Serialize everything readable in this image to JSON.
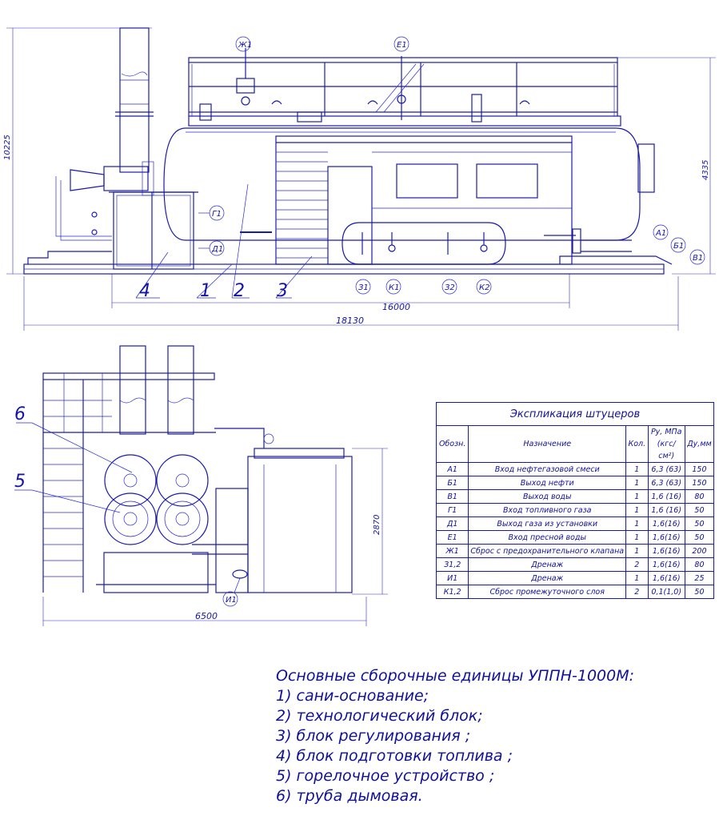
{
  "side_view": {
    "dim_height_total": "10225",
    "dim_height_right": "4335",
    "dim_length_base": "16000",
    "dim_length_total": "18130",
    "units": [
      "4",
      "1",
      "2",
      "3"
    ],
    "nozzles_bottom": [
      "З1",
      "К1",
      "З2",
      "К2"
    ],
    "nozzles_left": [
      "Г1",
      "Д1"
    ],
    "nozzles_top": [
      "Ж1",
      "Е1"
    ],
    "nozzles_right": [
      "А1",
      "Б1",
      "В1"
    ]
  },
  "end_view": {
    "dim_width": "6500",
    "dim_height": "2870",
    "units": [
      "6",
      "5"
    ],
    "nozzle": "И1"
  },
  "nozzle_table": {
    "title": "Экспликация штуцеров",
    "headers": {
      "designation": "Обозн.",
      "purpose": "Назначение",
      "qty": "Кол.",
      "pressure": "Ру, МПа (кгс/см²)",
      "diameter": "Ду,мм"
    },
    "rows": [
      {
        "designation": "А1",
        "purpose": "Вход нефтегазовой смеси",
        "qty": "1",
        "pressure": "6,3 (63)",
        "diameter": "150"
      },
      {
        "designation": "Б1",
        "purpose": "Выход нефти",
        "qty": "1",
        "pressure": "6,3 (63)",
        "diameter": "150"
      },
      {
        "designation": "В1",
        "purpose": "Выход воды",
        "qty": "1",
        "pressure": "1,6 (16)",
        "diameter": "80"
      },
      {
        "designation": "Г1",
        "purpose": "Вход топливного газа",
        "qty": "1",
        "pressure": "1,6 (16)",
        "diameter": "50"
      },
      {
        "designation": "Д1",
        "purpose": "Выход газа из установки",
        "qty": "1",
        "pressure": "1,6(16)",
        "diameter": "50"
      },
      {
        "designation": "Е1",
        "purpose": "Вход пресной воды",
        "qty": "1",
        "pressure": "1,6(16)",
        "diameter": "50"
      },
      {
        "designation": "Ж1",
        "purpose": "Сброс с предохранительного клапана",
        "qty": "1",
        "pressure": "1,6(16)",
        "diameter": "200"
      },
      {
        "designation": "З1,2",
        "purpose": "Дренаж",
        "qty": "2",
        "pressure": "1,6(16)",
        "diameter": "80"
      },
      {
        "designation": "И1",
        "purpose": "Дренаж",
        "qty": "1",
        "pressure": "1,6(16)",
        "diameter": "25"
      },
      {
        "designation": "К1,2",
        "purpose": "Сброс промежуточного слоя",
        "qty": "2",
        "pressure": "0,1(1,0)",
        "diameter": "50"
      }
    ]
  },
  "legend": {
    "title": "Основные сборочные единицы УППН-1000М:",
    "items": [
      "1) сани-основание;",
      "2) технологический блок;",
      "3) блок регулирования ;",
      "4) блок подготовки топлива ;",
      "5) горелочное устройство ;",
      "6) труба дымовая."
    ]
  }
}
